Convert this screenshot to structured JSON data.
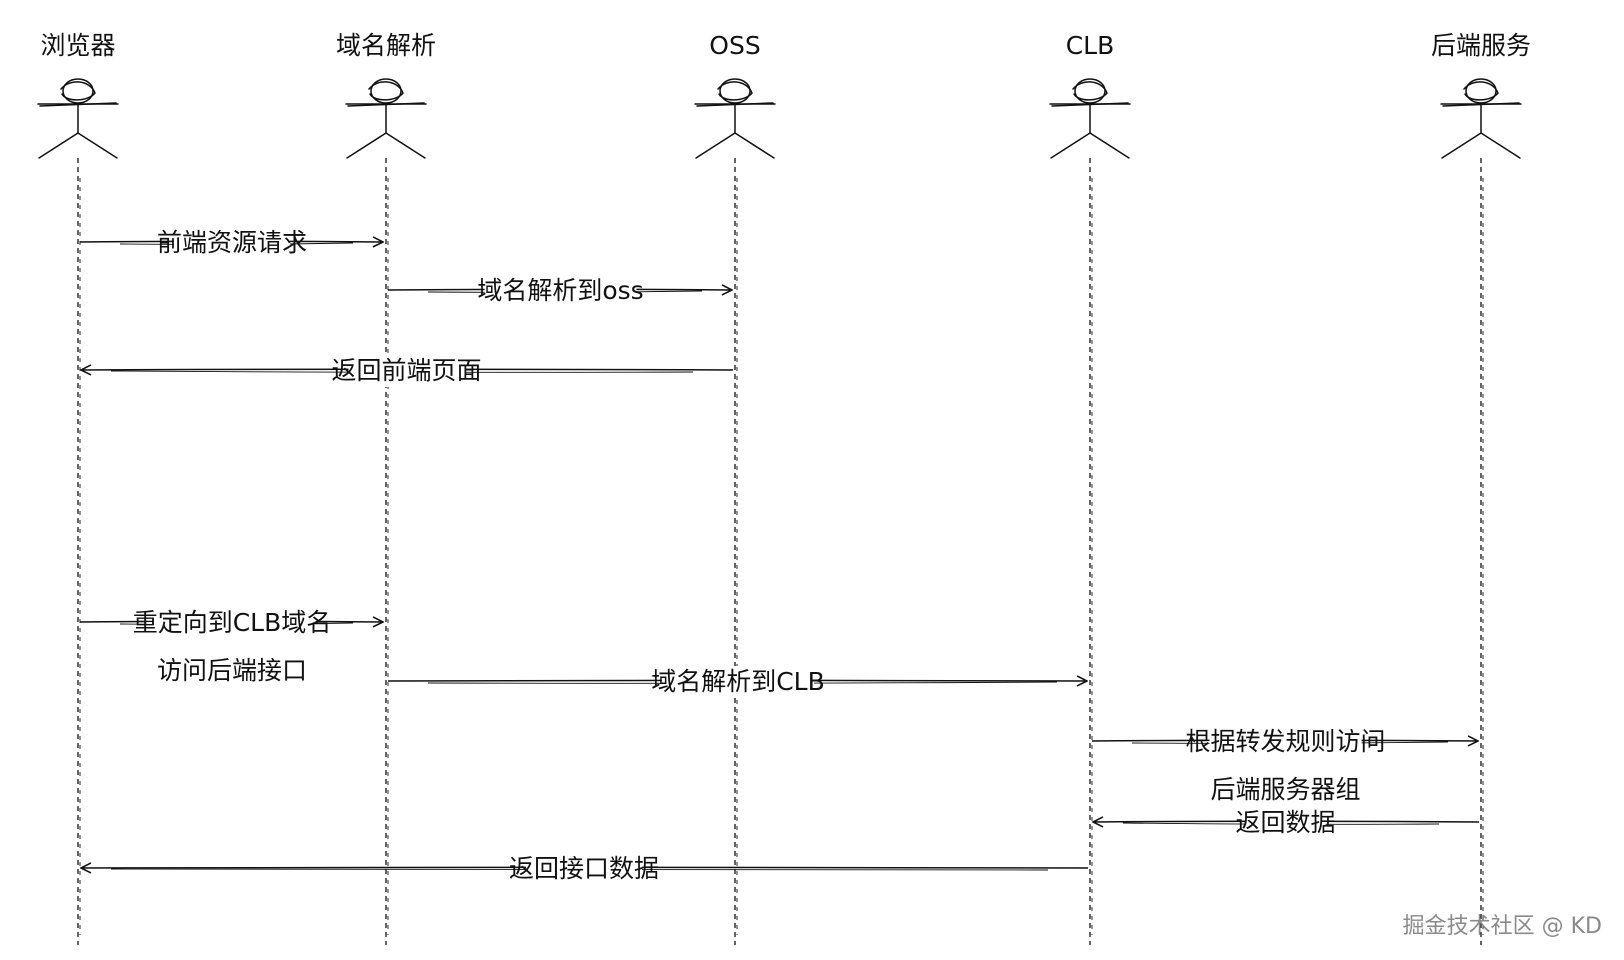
{
  "actors": [
    {
      "id": "browser",
      "label": "浏览器"
    },
    {
      "id": "dns",
      "label": "域名解析"
    },
    {
      "id": "oss",
      "label": "OSS"
    },
    {
      "id": "clb",
      "label": "CLB"
    },
    {
      "id": "backend",
      "label": "后端服务"
    }
  ],
  "messages": [
    {
      "from": "browser",
      "to": "dns",
      "lines": [
        "前端资源请求"
      ]
    },
    {
      "from": "dns",
      "to": "oss",
      "lines": [
        "域名解析到oss"
      ]
    },
    {
      "from": "oss",
      "to": "browser",
      "lines": [
        "返回前端页面"
      ]
    },
    {
      "from": "browser",
      "to": "dns",
      "lines": [
        "重定向到CLB域名",
        "访问后端接口"
      ]
    },
    {
      "from": "dns",
      "to": "clb",
      "lines": [
        "域名解析到CLB"
      ]
    },
    {
      "from": "clb",
      "to": "backend",
      "lines": [
        "根据转发规则访问",
        "后端服务器组"
      ]
    },
    {
      "from": "backend",
      "to": "clb",
      "lines": [
        "返回数据"
      ]
    },
    {
      "from": "clb",
      "to": "browser",
      "lines": [
        "返回接口数据"
      ]
    }
  ],
  "watermark": "掘金技术社区 @ KD"
}
